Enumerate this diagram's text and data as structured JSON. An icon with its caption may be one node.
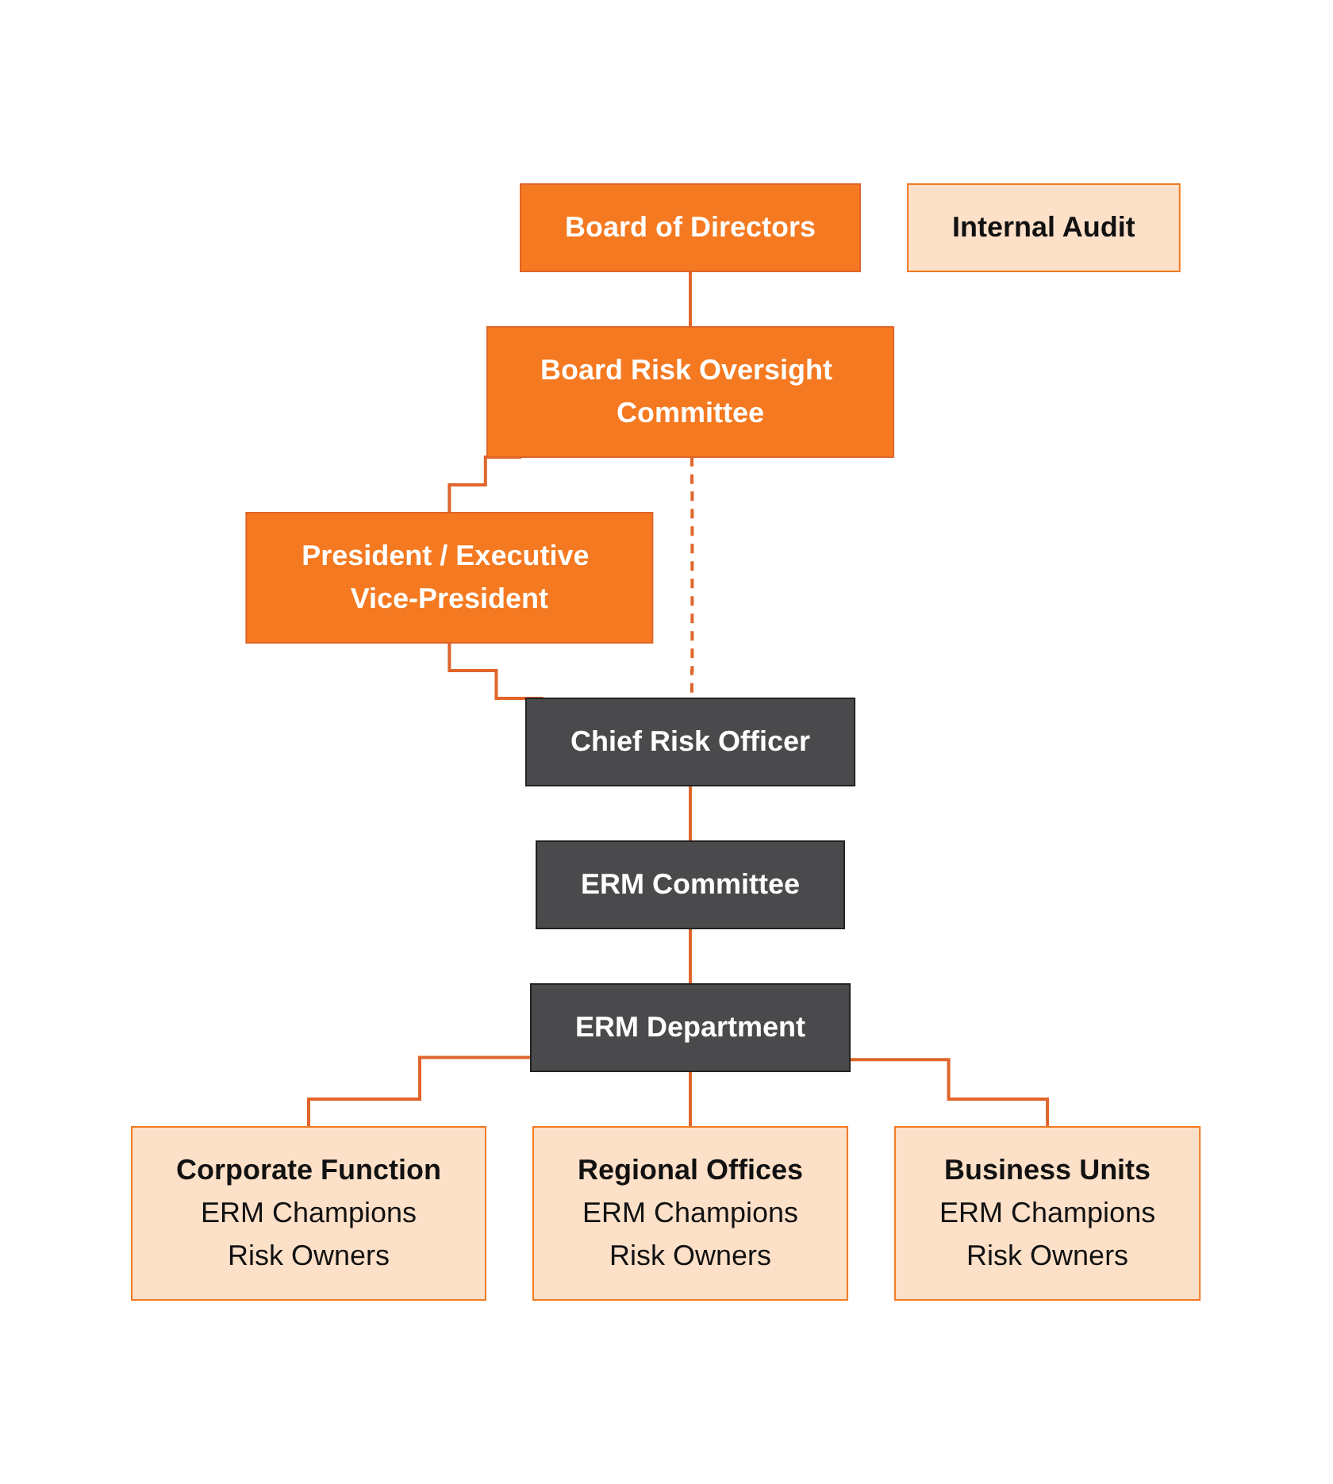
{
  "diagram": {
    "nodes": [
      {
        "text": [
          "Board of Directors"
        ]
      },
      {
        "text": [
          "Board Risk Oversight Committee"
        ]
      },
      {
        "text": [
          "President / Executive Vice-President"
        ]
      },
      {
        "text": [
          "Chief Risk Officer"
        ]
      },
      {
        "text": [
          "ERM Committee"
        ]
      },
      {
        "text": [
          "ERM Department"
        ]
      },
      {
        "text": [
          "Corporate Function",
          "ERM Champions",
          "Risk Owners"
        ]
      },
      {
        "text": [
          "Regional Offices",
          "ERM Champions",
          "Risk Owners"
        ]
      },
      {
        "text": [
          "Business Units",
          "ERM Champions",
          "Risk Owners"
        ]
      },
      {
        "text": [
          "Internal Audit"
        ]
      }
    ],
    "edges": [
      {
        "from": 0,
        "to": 1,
        "arrow": "none"
      },
      {
        "from": 1,
        "to": 2,
        "arrow": "none"
      },
      {
        "from": 2,
        "to": 3,
        "arrow": "none"
      },
      {
        "from": 3,
        "to": 4,
        "arrow": "none"
      },
      {
        "from": 4,
        "to": 5,
        "arrow": "none"
      },
      {
        "from": 5,
        "to": 6,
        "arrow": "none"
      },
      {
        "from": 5,
        "to": 7,
        "arrow": "none"
      },
      {
        "from": 5,
        "to": 8,
        "arrow": "none"
      },
      {
        "from": 1,
        "to": 3,
        "arrow": "none",
        "style": "dashed"
      }
    ]
  }
}
